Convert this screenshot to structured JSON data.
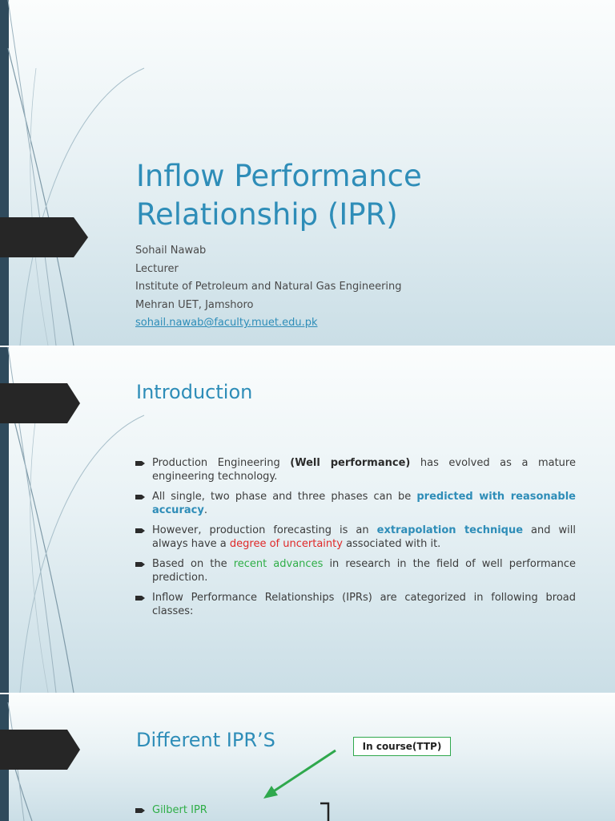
{
  "slide1": {
    "title": "Inflow Performance Relationship (IPR)",
    "author": "Sohail Nawab",
    "role": "Lecturer",
    "institute": "Institute of Petroleum and Natural Gas Engineering",
    "university": "Mehran UET, Jamshoro",
    "email": "sohail.nawab@faculty.muet.edu.pk"
  },
  "slide2": {
    "title": "Introduction",
    "bullets": [
      {
        "a": "Production Engineering ",
        "b": "(Well performance)",
        "c": " has evolved as a mature engineering technology."
      },
      {
        "a": "All single, two phase and three phases can be ",
        "b": "predicted with reasonable accuracy",
        "c": "."
      },
      {
        "a": "However, production forecasting is an ",
        "b": "extrapolation technique",
        "c": " and will always have a ",
        "d": "degree of uncertainty",
        "e": " associated with it."
      },
      {
        "a": "Based on the ",
        "b": "recent advances",
        "c": " in research in the field of well performance prediction."
      },
      {
        "a": "Inflow Performance Relationships (IPRs) are categorized in following broad classes:"
      }
    ]
  },
  "slide3": {
    "title": "Different IPR’S",
    "course_note": "In course(TTP)",
    "items": [
      "Gilbert IPR"
    ]
  },
  "colors": {
    "accent": "#2e8db8",
    "sidebar": "#2f4a5c",
    "tab": "#262626",
    "highlight_red": "#e02828",
    "highlight_green": "#2fae47"
  }
}
